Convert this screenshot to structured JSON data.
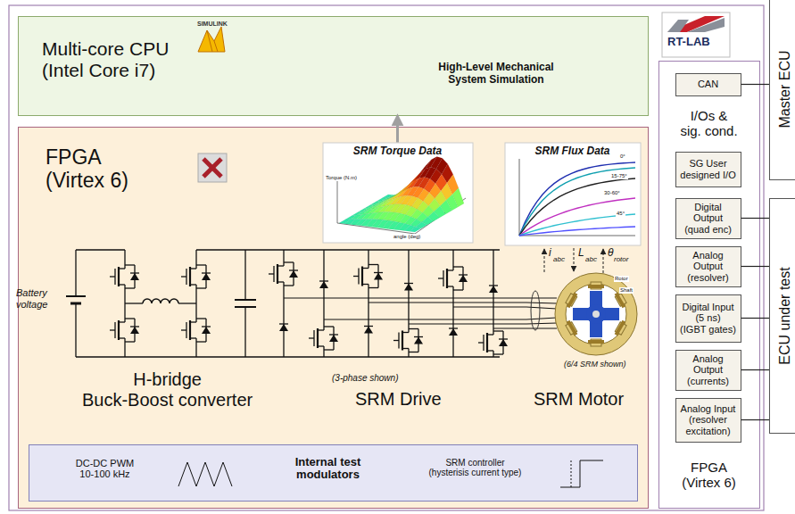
{
  "diagram": {
    "nodes": [
      {
        "text": [
          "Multi-core CPU (Intel Core i7)",
          "SIMULINK",
          "High-Level Mechanical System Simulation"
        ]
      },
      {
        "text": [
          "FPGA (Virtex 6)"
        ]
      },
      {
        "text": [
          "SRM Torque Data"
        ],
        "in": 1
      },
      {
        "text": [
          "SRM Flux Data"
        ],
        "in": 1
      },
      {
        "text": [
          "DC-DC PWM 10-100 kHz",
          "Internal test modulators",
          "SRM controller (hysterisis current type)"
        ],
        "in": 1
      },
      {
        "text": [
          "I/Os & sig. cond.",
          "FPGA (Virtex 6)"
        ]
      },
      {
        "text": [
          "CAN"
        ],
        "in": 5
      },
      {
        "text": [
          "SG User designed I/O"
        ],
        "in": 5
      },
      {
        "text": [
          "Digital Output (quad enc)"
        ],
        "in": 5
      },
      {
        "text": [
          "Analog Output (resolver)"
        ],
        "in": 5
      },
      {
        "text": [
          "Digital Input (5 ns) (IGBT gates)"
        ],
        "in": 5
      },
      {
        "text": [
          "Analog Output (currents)"
        ],
        "in": 5
      },
      {
        "text": [
          "Analog Input (resolver excitation)"
        ],
        "in": 5
      },
      {
        "text": [
          "Master ECU"
        ]
      },
      {
        "text": [
          "ECU under test"
        ]
      }
    ],
    "edges": [
      {
        "from": 2,
        "to": 0,
        "arrow": "to"
      },
      {
        "from": 6,
        "to": 13,
        "arrow": "none"
      },
      {
        "from": 8,
        "to": 14,
        "arrow": "none"
      },
      {
        "from": 9,
        "to": 14,
        "arrow": "none"
      },
      {
        "from": 10,
        "to": 14,
        "arrow": "none"
      },
      {
        "from": 11,
        "to": 14,
        "arrow": "none"
      },
      {
        "from": 12,
        "to": 14,
        "arrow": "none"
      }
    ],
    "labels": [
      "RT-LAB",
      "Battery voltage",
      "H-bridge Buck-Boost converter",
      "(3-phase shown)",
      "SRM Drive",
      "SRM Motor",
      "(6/4 SRM shown)",
      "i",
      "abc",
      "L",
      "abc",
      "θ",
      "rotor",
      "Shaft",
      "Rotor",
      "Torque (N.m)",
      "angle (deg)",
      "0°",
      "15-75°",
      "30-60°",
      "45°"
    ]
  }
}
